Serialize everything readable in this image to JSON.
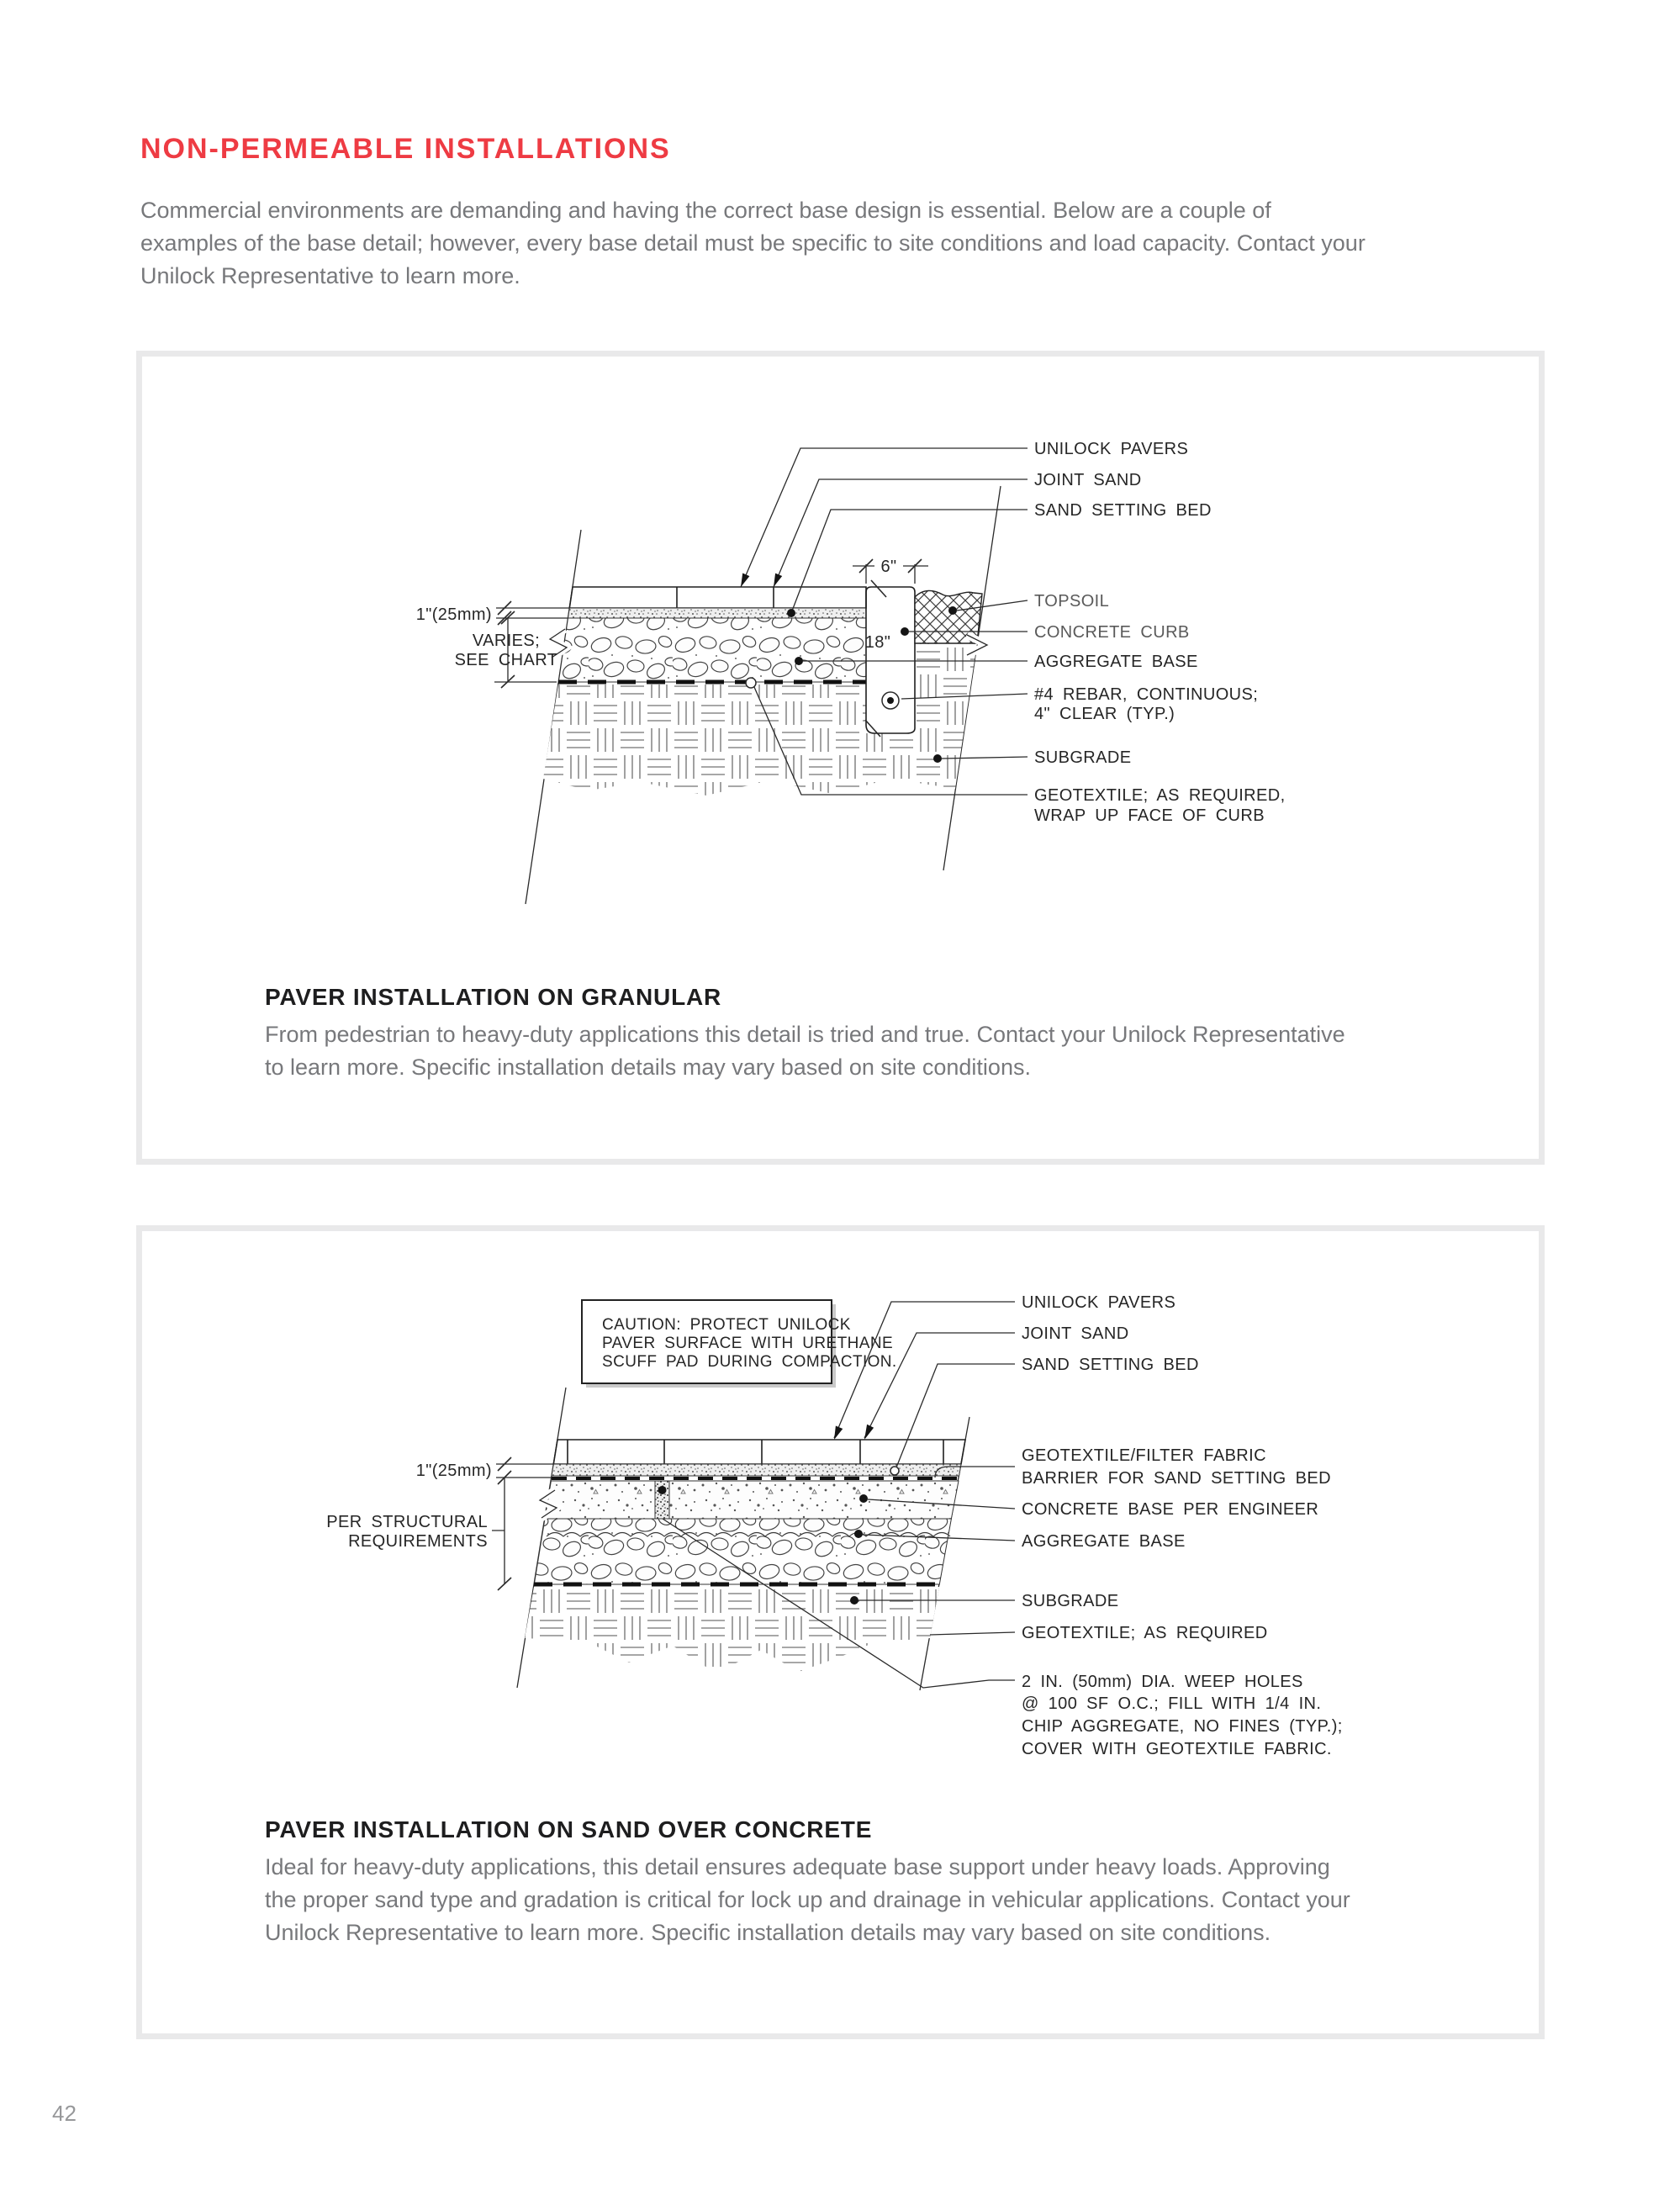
{
  "page": {
    "title": "NON-PERMEABLE INSTALLATIONS",
    "intro": "Commercial environments are demanding and having the correct base design is essential. Below are a couple of examples of the base detail; however, every base detail must be specific to site conditions and load capacity. Contact your Unilock Representative to learn more.",
    "page_number": "42",
    "accent_color": "#ee3b43",
    "body_text_color": "#77787b"
  },
  "d1": {
    "caption_title": "PAVER INSTALLATION ON GRANULAR",
    "caption_body": "From pedestrian to heavy-duty applications this detail is tried and true. Contact your Unilock Representative to learn more. Specific installation details may vary based on site conditions.",
    "labels": {
      "unilock_pavers": "UNILOCK PAVERS",
      "joint_sand": "JOINT SAND",
      "sand_setting_bed": "SAND SETTING BED",
      "topsoil": "TOPSOIL",
      "concrete_curb": "CONCRETE CURB",
      "aggregate_base": "AGGREGATE BASE",
      "rebar_line1": "#4 REBAR, CONTINUOUS;",
      "rebar_line2": "4\" CLEAR (TYP.)",
      "subgrade": "SUBGRADE",
      "geotextile_line1": "GEOTEXTILE; AS REQUIRED,",
      "geotextile_line2": "WRAP UP FACE OF CURB"
    },
    "dims": {
      "one_inch": "1\"(25mm)",
      "varies_line1": "VARIES;",
      "varies_line2": "SEE CHART",
      "six_inch": "6\"",
      "eighteen_inch": "18\""
    }
  },
  "d2": {
    "caption_title": "PAVER INSTALLATION ON SAND OVER CONCRETE",
    "caption_body": "Ideal for heavy-duty applications, this detail ensures adequate base support under heavy loads. Approving the proper sand type and gradation is critical for lock up and drainage in vehicular applications. Contact your Unilock Representative to learn more. Specific installation details may vary based on site conditions.",
    "caution": {
      "line1": "CAUTION: PROTECT UNILOCK",
      "line2": "PAVER SURFACE WITH URETHANE",
      "line3": "SCUFF PAD DURING COMPACTION."
    },
    "labels": {
      "unilock_pavers": "UNILOCK PAVERS",
      "joint_sand": "JOINT SAND",
      "sand_setting_bed": "SAND SETTING BED",
      "geo_filter_line1": "GEOTEXTILE/FILTER FABRIC",
      "geo_filter_line2": "BARRIER FOR SAND SETTING BED",
      "concrete_base": "CONCRETE BASE PER ENGINEER",
      "aggregate_base": "AGGREGATE BASE",
      "subgrade": "SUBGRADE",
      "geotextile": "GEOTEXTILE; AS REQUIRED",
      "weep_line1": "2 IN. (50mm) DIA. WEEP HOLES",
      "weep_line2": "@ 100 SF O.C.; FILL WITH 1/4 IN.",
      "weep_line3": "CHIP AGGREGATE, NO FINES (TYP.);",
      "weep_line4": "COVER WITH GEOTEXTILE FABRIC."
    },
    "dims": {
      "one_inch": "1\"(25mm)",
      "per_line1": "PER STRUCTURAL",
      "per_line2": "REQUIREMENTS"
    }
  }
}
